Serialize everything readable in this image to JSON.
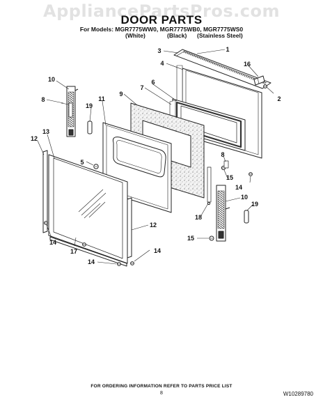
{
  "watermark": "AppliancePartsPros.com",
  "header": {
    "title": "DOOR PARTS",
    "models": "For Models: MGR7775WW0, MGR7775WB0, MGR7775WS0",
    "finishes": [
      "(White)",
      "(Black)",
      "(Stainless Steel)"
    ]
  },
  "callouts": [
    "1",
    "3",
    "4",
    "16",
    "2",
    "10",
    "6",
    "7",
    "8",
    "9",
    "11",
    "19",
    "13",
    "12",
    "5",
    "8",
    "15",
    "14",
    "10",
    "19",
    "18",
    "12",
    "15",
    "14",
    "17",
    "14",
    "14"
  ],
  "footer": {
    "note": "FOR ORDERING INFORMATION REFER TO PARTS PRICE LIST",
    "page": "8",
    "doc_number": "W10289780"
  }
}
